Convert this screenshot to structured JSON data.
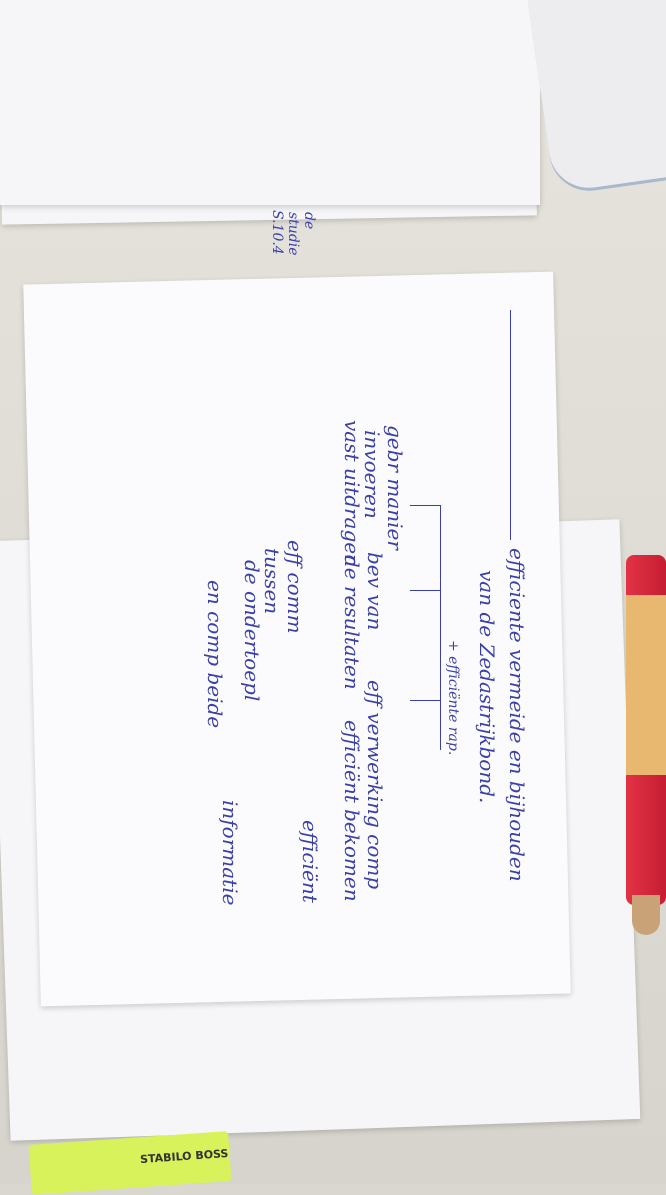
{
  "note": {
    "title_line1": "efficiente vermeide en bijhouden",
    "title_line2": "van de Zedastrijkbond.",
    "branch_top": "+ efficiënte rap.",
    "left_col_1": "gebr manier",
    "left_col_2": "invoeren",
    "left_col_3": "vast uitdragen",
    "mid_col_1": "bev van",
    "mid_col_2": "de resultaten",
    "right_col_1": "eff verwerking comp",
    "right_col_2": "efficiënt bekomen",
    "bottom_1": "eff comm",
    "bottom_2": "tussen",
    "bottom_3": "de ondertoepl",
    "bottom_4": "en comp beide",
    "bottom_5": "efficiënt",
    "bottom_6": "informatie",
    "side_note_1": "de",
    "side_note_2": "studie",
    "side_note_3": "S.10.4"
  },
  "highlighter": {
    "label": "STABILO BOSS"
  },
  "colors": {
    "ink": "#3b3fa8",
    "paper": "#f6f6f8",
    "desk": "#d9d7cf"
  }
}
